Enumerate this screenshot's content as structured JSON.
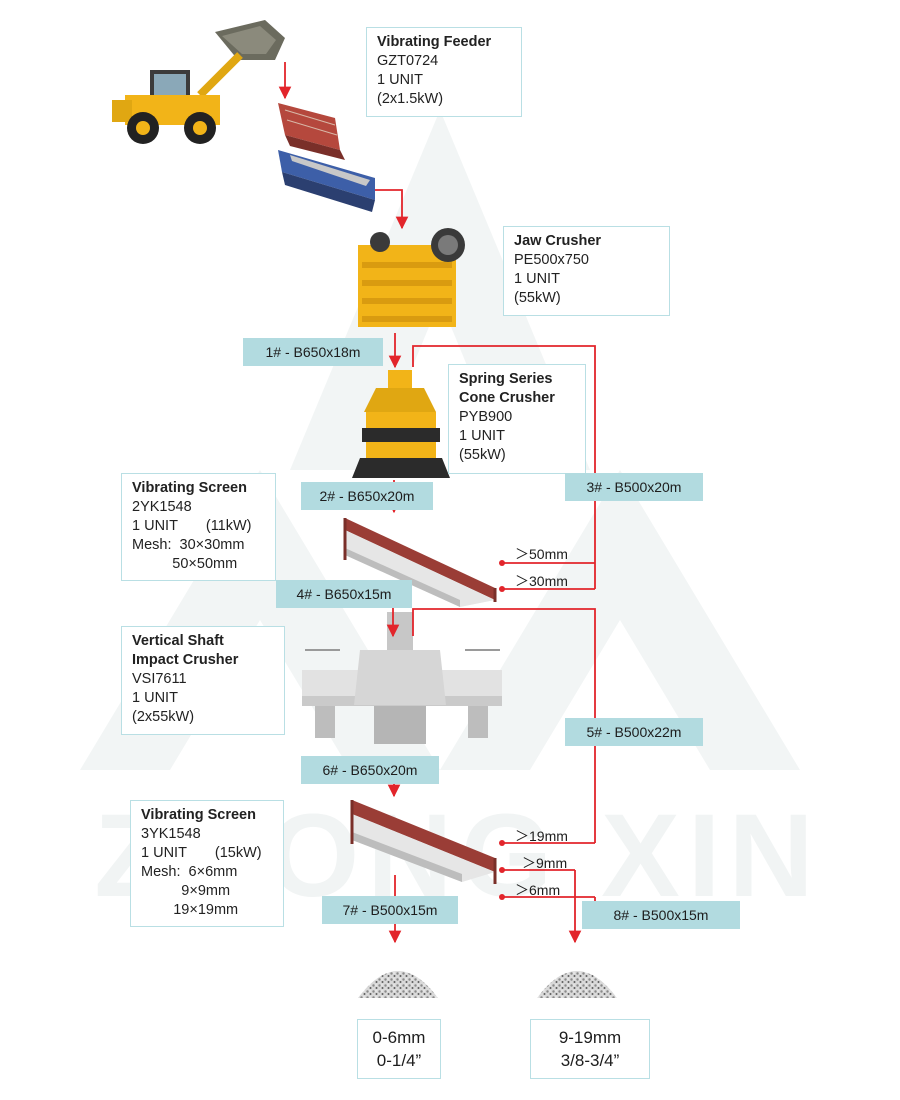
{
  "watermark": "ZHONG XIN",
  "colors": {
    "flow": "#e2252b",
    "belt": "#b2dbe0",
    "box_border": "#b9dfe4",
    "machine_yellow": "#f2b418",
    "machine_red": "#9a3d36",
    "machine_gray": "#dcdcdc"
  },
  "icons": [
    "wheel-loader-icon",
    "hopper-icon",
    "vibrating-feeder-icon",
    "jaw-crusher-icon",
    "cone-crusher-icon",
    "vibrating-screen-icon",
    "vsi-crusher-icon",
    "stone-pile-icon"
  ],
  "equipment": {
    "feeder": {
      "title": "Vibrating Feeder",
      "lines": [
        "GZT0724",
        "1 UNIT",
        "(2x1.5kW)"
      ]
    },
    "jaw": {
      "title": "Jaw Crusher",
      "lines": [
        "PE500x750",
        "1 UNIT",
        "(55kW)"
      ]
    },
    "cone": {
      "title_1": "Spring Series",
      "title_2": "Cone Crusher",
      "lines": [
        "PYB900",
        "1 UNIT",
        "(55kW)"
      ]
    },
    "screen1": {
      "title": "Vibrating Screen",
      "lines": [
        "2YK1548",
        "1 UNIT       (11kW)",
        "Mesh:  30×30mm",
        "          50×50mm"
      ]
    },
    "vsi": {
      "title_1": "Vertical Shaft",
      "title_2": "Impact Crusher",
      "lines": [
        "VSI7611",
        "1 UNIT",
        "(2x55kW)"
      ]
    },
    "screen2": {
      "title": "Vibrating Screen",
      "lines": [
        "3YK1548",
        "1 UNIT       (15kW)",
        "Mesh:  6×6mm",
        "          9×9mm",
        "        19×19mm"
      ]
    }
  },
  "belts": {
    "b1": "1# - B650x18m",
    "b2": "2# - B650x20m",
    "b3": "3# - B500x20m",
    "b4": "4# - B650x15m",
    "b5": "5# - B500x22m",
    "b6": "6# - B650x20m",
    "b7": "7# - B500x15m",
    "b8": "8# - B500x15m"
  },
  "screen_outputs": {
    "s1_over": "＞50mm",
    "s1_mid": "＞30mm",
    "s2_over": "＞19mm",
    "s2_mid": "＞9mm",
    "s2_under": "＞6mm"
  },
  "products": {
    "p1": {
      "lines": [
        "0-6mm",
        "0-1/4”"
      ]
    },
    "p2": {
      "lines": [
        "9-19mm",
        "3/8-3/4”"
      ]
    }
  }
}
